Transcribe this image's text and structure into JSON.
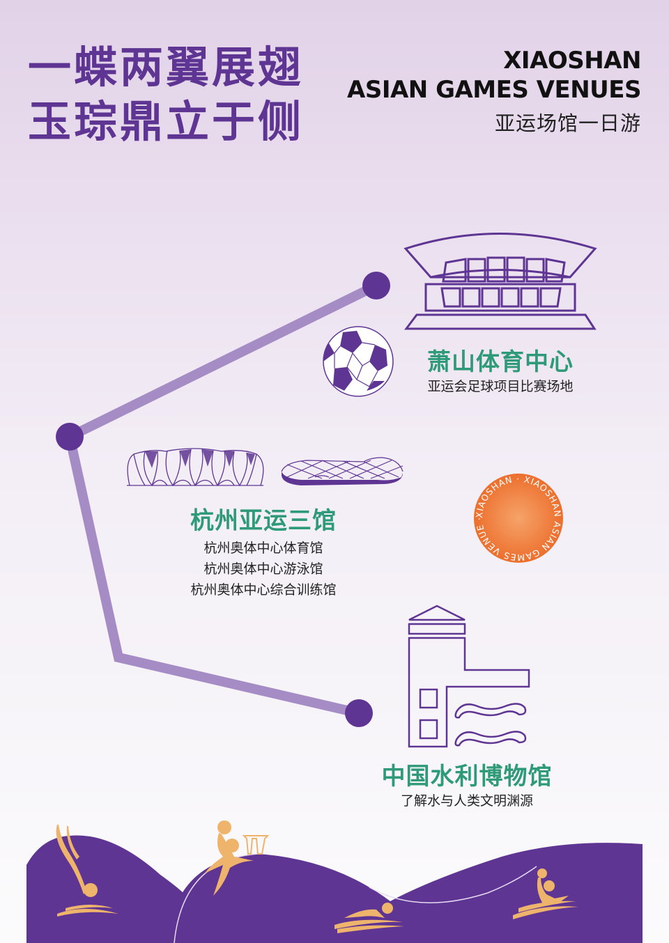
{
  "header": {
    "title_cn_line1": "一蝶两翼展翅",
    "title_cn_line2": "玉琮鼎立于侧",
    "title_en_line1": "XIAOSHAN",
    "title_en_line2": "ASIAN GAMES VENUES",
    "subtitle_cn": "亚运场馆一日游"
  },
  "venues": [
    {
      "name": "萧山体育中心",
      "description": "亚运会足球项目比赛场地",
      "icons": [
        "stadium-icon",
        "soccer-ball-icon"
      ]
    },
    {
      "name": "杭州亚运三馆",
      "description_lines": [
        "杭州奥体中心体育馆",
        "杭州奥体中心游泳馆",
        "杭州奥体中心综合训练馆"
      ],
      "icons": [
        "lotus-stadium-icon",
        "gymnasium-icon"
      ]
    },
    {
      "name": "中国水利博物馆",
      "description": "了解水与人类文明渊源",
      "icons": [
        "water-museum-icon"
      ]
    }
  ],
  "badge": {
    "ring_text": "XIAOSHAN · XIAOSHAN ASIAN GAMES VENUE ·"
  },
  "footer": {
    "sport_icons": [
      "diving-icon",
      "basketball-icon",
      "swimming-icon",
      "water-polo-icon"
    ]
  },
  "colors": {
    "primary_purple": "#5f3593",
    "route_line": "#a68cc4",
    "venue_green": "#2e9a77",
    "badge_orange": "#ee7a38",
    "sport_figure": "#efb46c"
  }
}
